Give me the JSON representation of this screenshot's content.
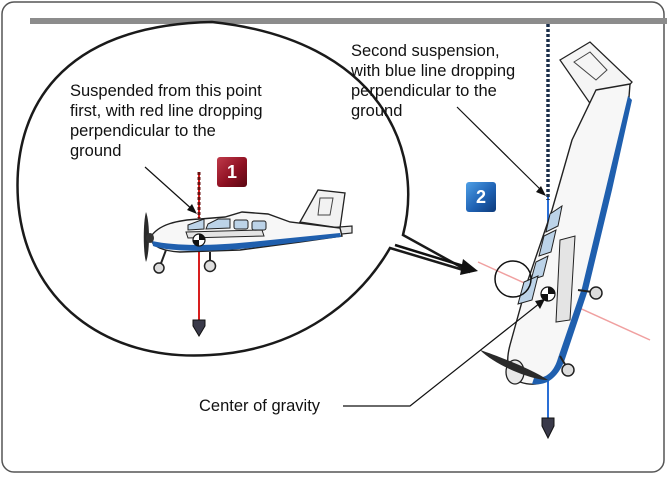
{
  "labels": {
    "first_suspension": [
      "Suspended from this point",
      "first, with red line dropping",
      "perpendicular to the",
      "ground"
    ],
    "second_suspension": [
      "Second suspension,",
      "with blue line dropping",
      "perpendicular to the",
      "ground"
    ],
    "center_of_gravity": "Center of gravity"
  },
  "badges": {
    "step_1": "1",
    "step_2": "2"
  },
  "colors": {
    "frame_border": "#555555",
    "top_rule": "#808080",
    "red_plumb_line": "#d81e1e",
    "blue_plumb_line": "#2a6fd6",
    "aircraft_stripe": "#1f5fae",
    "cg_marker": "#111111"
  }
}
